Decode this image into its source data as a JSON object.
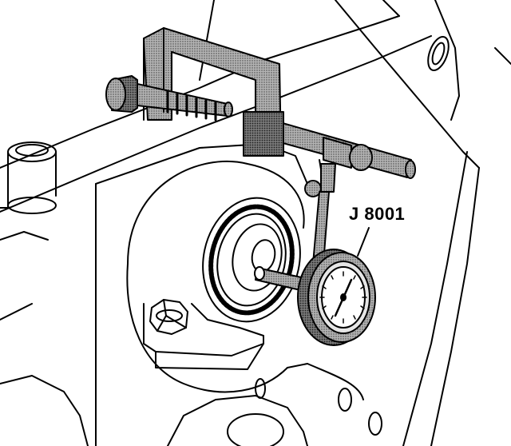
{
  "diagram": {
    "callout": {
      "label": "J 8001"
    },
    "colors": {
      "ink": "#000000",
      "paper": "#ffffff",
      "shade": "#8f8f8f",
      "shade_dark": "#5a5a5a"
    },
    "parts": [
      "engine-block",
      "front-cover",
      "crankshaft-sprocket",
      "mounting-bolt",
      "dial-indicator",
      "c-clamp-fixture"
    ]
  }
}
